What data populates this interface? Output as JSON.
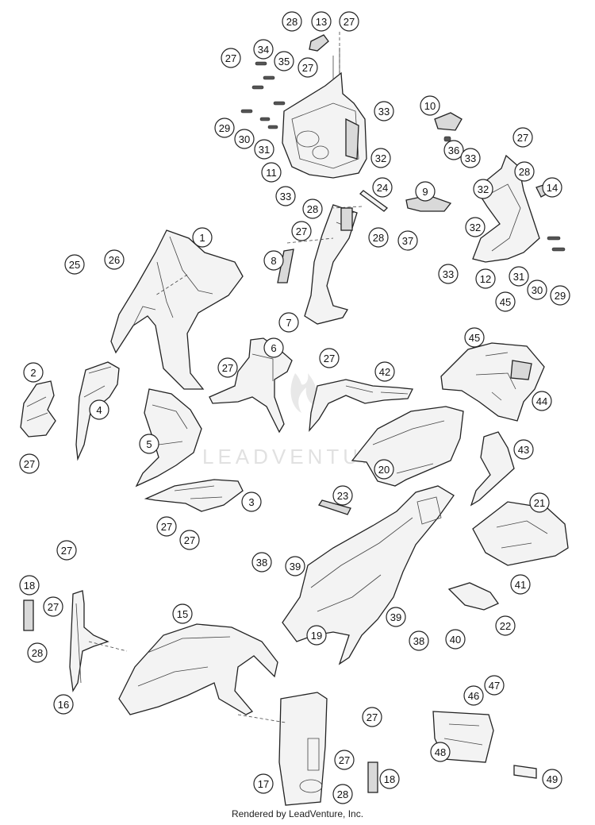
{
  "watermark": "LEADVENTURE",
  "credit": "Rendered by LeadVenture, Inc.",
  "callouts": [
    {
      "id": "c1",
      "label": "28"
    },
    {
      "id": "c2",
      "label": "13"
    },
    {
      "id": "c3",
      "label": "27"
    },
    {
      "id": "c4",
      "label": "34"
    },
    {
      "id": "c5",
      "label": "27"
    },
    {
      "id": "c6",
      "label": "35"
    },
    {
      "id": "c7",
      "label": "27"
    },
    {
      "id": "c8",
      "label": "10"
    },
    {
      "id": "c9",
      "label": "33"
    },
    {
      "id": "c10",
      "label": "29"
    },
    {
      "id": "c11",
      "label": "30"
    },
    {
      "id": "c12",
      "label": "31"
    },
    {
      "id": "c13",
      "label": "36"
    },
    {
      "id": "c14",
      "label": "32"
    },
    {
      "id": "c15",
      "label": "27"
    },
    {
      "id": "c16",
      "label": "33"
    },
    {
      "id": "c17",
      "label": "11"
    },
    {
      "id": "c18",
      "label": "28"
    },
    {
      "id": "c19",
      "label": "24"
    },
    {
      "id": "c20",
      "label": "9"
    },
    {
      "id": "c21",
      "label": "32"
    },
    {
      "id": "c22",
      "label": "14"
    },
    {
      "id": "c23",
      "label": "33"
    },
    {
      "id": "c24",
      "label": "28"
    },
    {
      "id": "c25",
      "label": "1"
    },
    {
      "id": "c26",
      "label": "27"
    },
    {
      "id": "c27",
      "label": "28"
    },
    {
      "id": "c28",
      "label": "37"
    },
    {
      "id": "c29",
      "label": "32"
    },
    {
      "id": "c30",
      "label": "25"
    },
    {
      "id": "c31",
      "label": "26"
    },
    {
      "id": "c32",
      "label": "8"
    },
    {
      "id": "c33",
      "label": "33"
    },
    {
      "id": "c34",
      "label": "12"
    },
    {
      "id": "c35",
      "label": "31"
    },
    {
      "id": "c36",
      "label": "30"
    },
    {
      "id": "c37",
      "label": "29"
    },
    {
      "id": "c38",
      "label": "45"
    },
    {
      "id": "c39",
      "label": "7"
    },
    {
      "id": "c40",
      "label": "45"
    },
    {
      "id": "c41",
      "label": "6"
    },
    {
      "id": "c42",
      "label": "27"
    },
    {
      "id": "c43",
      "label": "2"
    },
    {
      "id": "c44",
      "label": "27"
    },
    {
      "id": "c45",
      "label": "42"
    },
    {
      "id": "c46",
      "label": "4"
    },
    {
      "id": "c47",
      "label": "44"
    },
    {
      "id": "c48",
      "label": "27"
    },
    {
      "id": "c49",
      "label": "5"
    },
    {
      "id": "c50",
      "label": "43"
    },
    {
      "id": "c51",
      "label": "20"
    },
    {
      "id": "c52",
      "label": "3"
    },
    {
      "id": "c53",
      "label": "23"
    },
    {
      "id": "c54",
      "label": "21"
    },
    {
      "id": "c55",
      "label": "27"
    },
    {
      "id": "c56",
      "label": "27"
    },
    {
      "id": "c57",
      "label": "27"
    },
    {
      "id": "c58",
      "label": "38"
    },
    {
      "id": "c59",
      "label": "39"
    },
    {
      "id": "c60",
      "label": "41"
    },
    {
      "id": "c61",
      "label": "18"
    },
    {
      "id": "c62",
      "label": "27"
    },
    {
      "id": "c63",
      "label": "15"
    },
    {
      "id": "c64",
      "label": "39"
    },
    {
      "id": "c65",
      "label": "19"
    },
    {
      "id": "c66",
      "label": "38"
    },
    {
      "id": "c67",
      "label": "40"
    },
    {
      "id": "c68",
      "label": "22"
    },
    {
      "id": "c69",
      "label": "28"
    },
    {
      "id": "c70",
      "label": "16"
    },
    {
      "id": "c71",
      "label": "47"
    },
    {
      "id": "c72",
      "label": "46"
    },
    {
      "id": "c73",
      "label": "27"
    },
    {
      "id": "c74",
      "label": "27"
    },
    {
      "id": "c75",
      "label": "48"
    },
    {
      "id": "c76",
      "label": "17"
    },
    {
      "id": "c77",
      "label": "18"
    },
    {
      "id": "c78",
      "label": "28"
    },
    {
      "id": "c79",
      "label": "49"
    }
  ]
}
